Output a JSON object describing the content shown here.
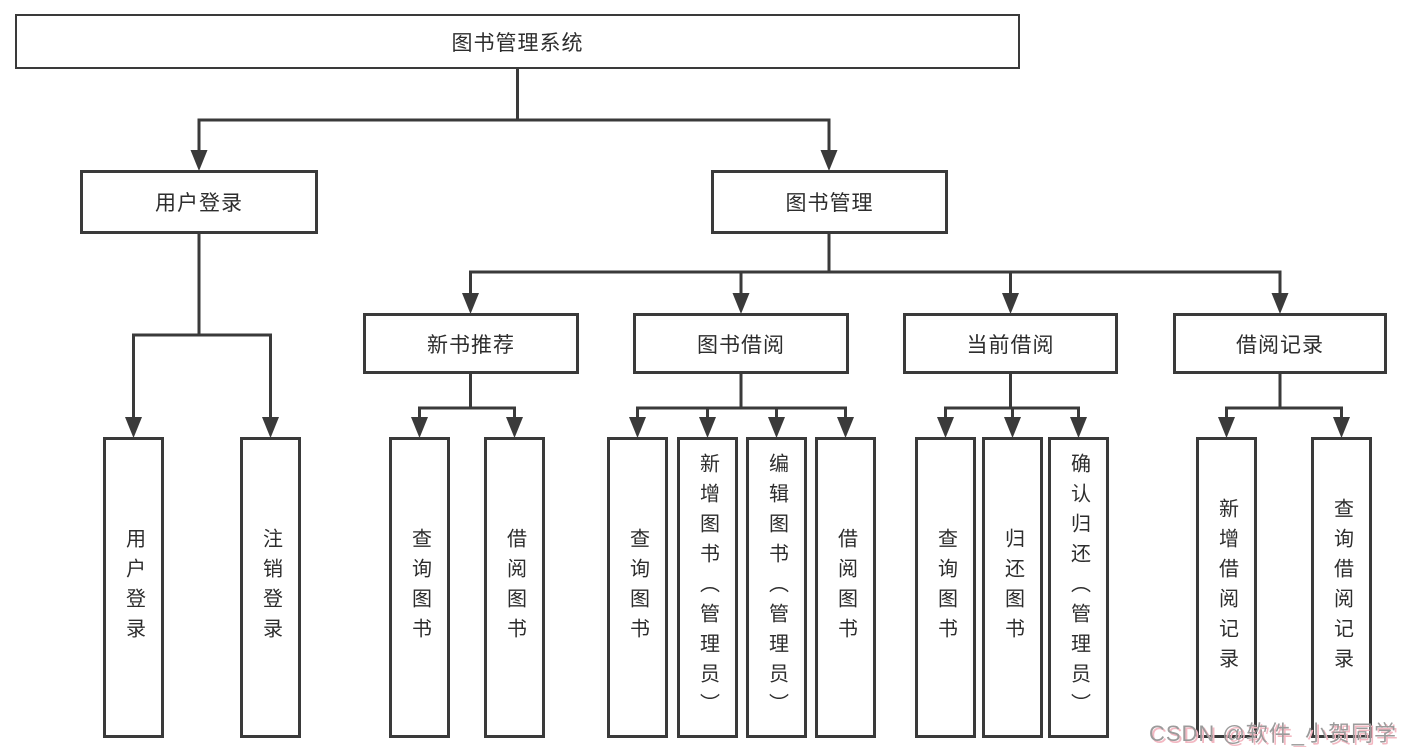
{
  "diagram": {
    "type": "hierarchy-chart",
    "colors": {
      "background": "#ffffff",
      "box_border": "#3a3a3a",
      "line": "#3a3a3a",
      "text": "#2d2d2d",
      "watermark_text": "#9b9b9b",
      "watermark_shadow": "#f3b8c2"
    }
  },
  "tree": {
    "label": "图书管理系统",
    "children": [
      {
        "label": "用户登录",
        "children": [
          {
            "label": "用户登录"
          },
          {
            "label": "注销登录"
          }
        ]
      },
      {
        "label": "图书管理",
        "children": [
          {
            "label": "新书推荐",
            "children": [
              {
                "label": "查询图书"
              },
              {
                "label": "借阅图书"
              }
            ]
          },
          {
            "label": "图书借阅",
            "children": [
              {
                "label": "查询图书"
              },
              {
                "label": "新增图书（管理员）"
              },
              {
                "label": "编辑图书（管理员）"
              },
              {
                "label": "借阅图书"
              }
            ]
          },
          {
            "label": "当前借阅",
            "children": [
              {
                "label": "查询图书"
              },
              {
                "label": "归还图书"
              },
              {
                "label": "确认归还（管理员）"
              }
            ]
          },
          {
            "label": "借阅记录",
            "children": [
              {
                "label": "新增借阅记录"
              },
              {
                "label": "查询借阅记录"
              }
            ]
          }
        ]
      }
    ]
  },
  "watermark": {
    "text": "CSDN @软件_小贺同学"
  }
}
